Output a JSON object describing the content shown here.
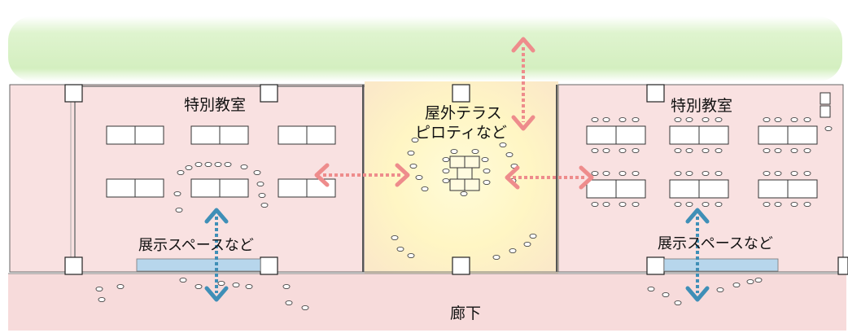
{
  "labels": {
    "left_room": "特別教室",
    "right_room": "特別教室",
    "terrace_line1": "屋外テラス",
    "terrace_line2": "ピロティなど",
    "left_display": "展示スペースなど",
    "right_display": "展示スペースなど",
    "corridor": "廊下"
  },
  "colors": {
    "lawn": "#d7f0c4",
    "room_fill": "#f9e0e0",
    "room_stroke": "#666666",
    "terrace_glow": "#fff7c8",
    "corridor": "#f7dada",
    "display_strip": "#b7d6ec",
    "arrow_pink": "#ee8a8a",
    "arrow_blue": "#3f8fb7"
  }
}
